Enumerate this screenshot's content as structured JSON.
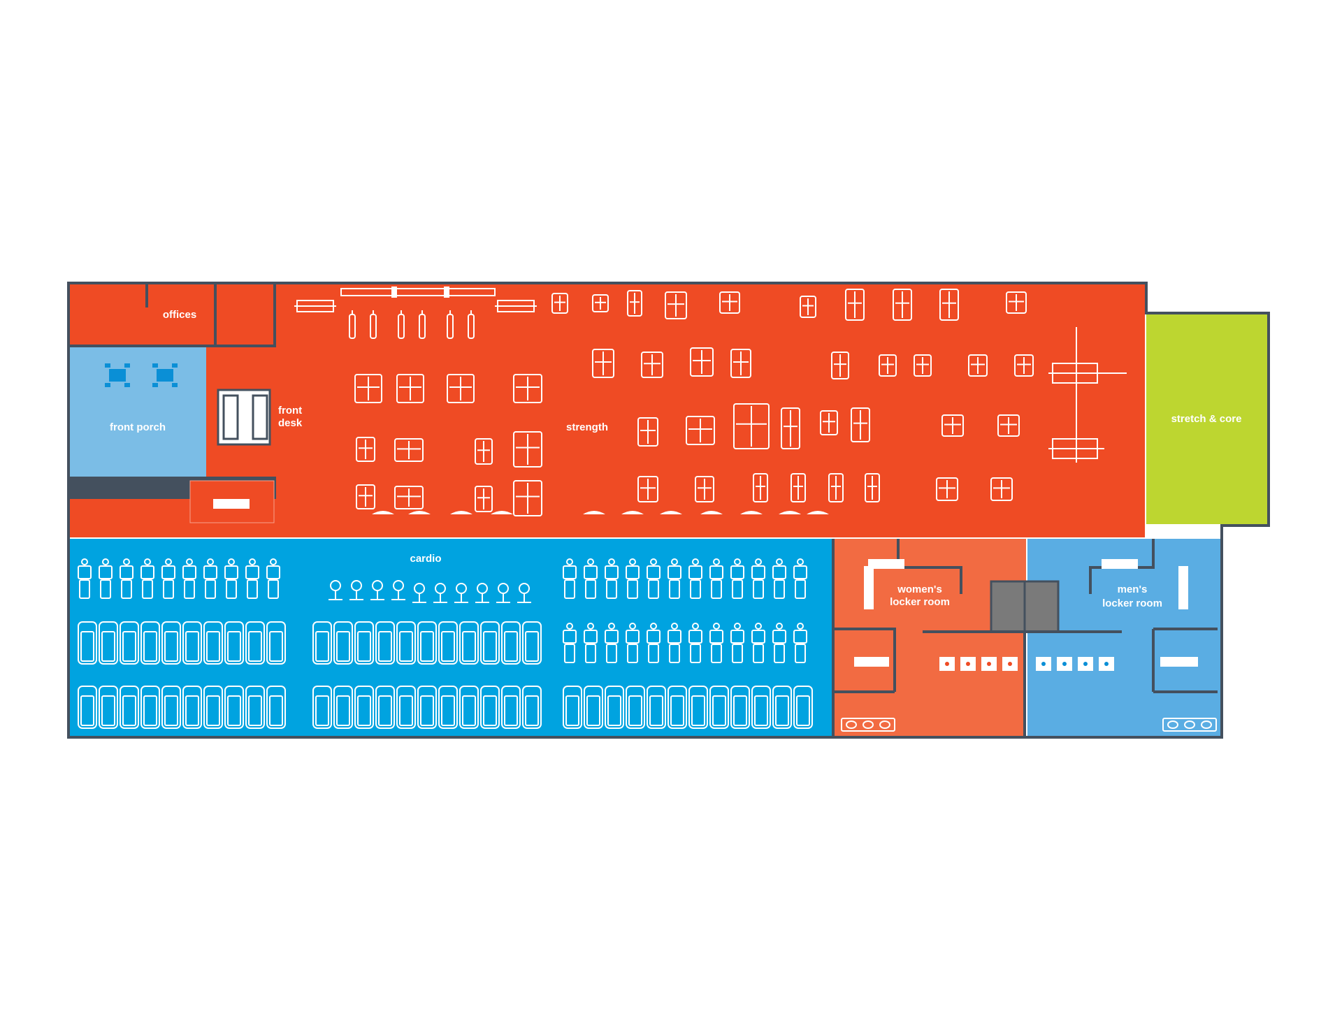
{
  "colors": {
    "strength": "#ef4b24",
    "offices": "#ef4b24",
    "front_porch": "#7bbde6",
    "cardio": "#00a3e0",
    "stretch": "#bdd630",
    "womens": "#f26b42",
    "mens": "#5aade3",
    "wall": "#44505e",
    "elevator": "#7a7a7a",
    "equipment": "#ffffff"
  },
  "zones": {
    "offices": "offices",
    "front_porch": "front porch",
    "front_desk_line1": "front",
    "front_desk_line2": "desk",
    "strength": "strength",
    "stretch_core": "stretch & core",
    "cardio": "cardio",
    "womens_line1": "women's",
    "womens_line2": "locker room",
    "mens_line1": "men's",
    "mens_line2": "locker room"
  },
  "icons": {
    "equipment": "gym-machine-icon",
    "treadmill": "treadmill-icon",
    "elliptical": "elliptical-icon",
    "bike": "bike-icon",
    "table": "table-icon",
    "bench": "bench-icon",
    "sink": "sink-icon",
    "toilet": "toilet-icon",
    "elevator": "elevator-icon"
  }
}
